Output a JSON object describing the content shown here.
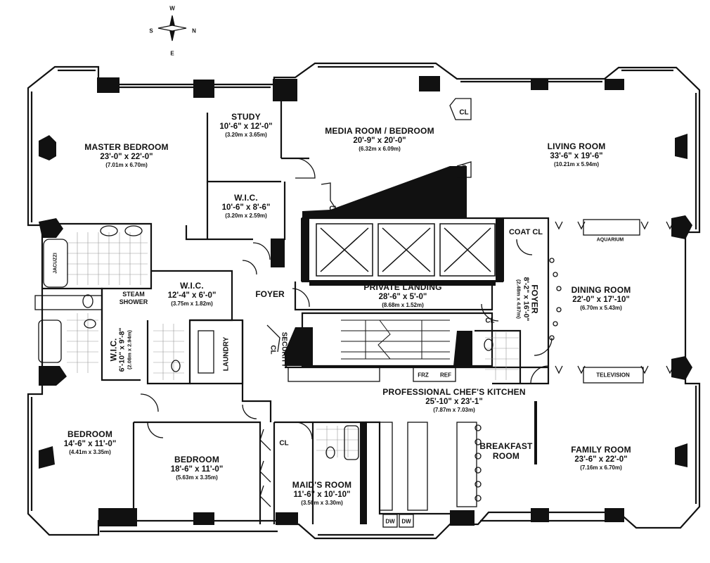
{
  "compass": {
    "top": "W",
    "left": "S",
    "right": "N",
    "bottom": "E"
  },
  "rooms": {
    "master_bedroom": {
      "name": "MASTER BEDROOM",
      "dims": "23'-0\" x 22'-0\"",
      "metric": "(7.01m x 6.70m)"
    },
    "study": {
      "name": "STUDY",
      "dims": "10'-6\" x 12'-0\"",
      "metric": "(3.20m x 3.65m)"
    },
    "media_room": {
      "name": "MEDIA ROOM / BEDROOM",
      "dims": "20'-9\" x 20'-0\"",
      "metric": "(6.32m x 6.09m)"
    },
    "living_room": {
      "name": "LIVING ROOM",
      "dims": "33'-6\" x 19'-6\"",
      "metric": "(10.21m x 5.94m)"
    },
    "wic_upper": {
      "name": "W.I.C.",
      "dims": "10'-6\" x 8'-6\"",
      "metric": "(3.20m x 2.59m)"
    },
    "wic_middle": {
      "name": "W.I.C.",
      "dims": "12'-4\" x 6'-0\"",
      "metric": "(3.75m x 1.82m)"
    },
    "wic_left": {
      "name": "W.I.C.",
      "dims": "6'-10\" x 9'-8\"",
      "metric": "(2.08m x 2.94m)"
    },
    "private_landing": {
      "name": "PRIVATE LANDING",
      "dims": "28'-6\" x 5'-0\"",
      "metric": "(8.68m x 1.52m)"
    },
    "foyer_right": {
      "name": "FOYER",
      "dims": "8'-2\" x 16'-0\"",
      "metric": "(2.48m x 4.87m)"
    },
    "dining_room": {
      "name": "DINING ROOM",
      "dims": "22'-0\" x 17'-10\"",
      "metric": "(6.70m x 5.43m)"
    },
    "kitchen": {
      "name": "PROFESSIONAL CHEF'S KITCHEN",
      "dims": "25'-10\" x 23'-1\"",
      "metric": "(7.87m x 7.03m)"
    },
    "bedroom_left": {
      "name": "BEDROOM",
      "dims": "14'-6\" x  11'-0\"",
      "metric": "(4.41m x 3.35m)"
    },
    "bedroom_middle": {
      "name": "BEDROOM",
      "dims": "18'-6\" x 11'-0\"",
      "metric": "(5.63m x 3.35m)"
    },
    "maids_room": {
      "name": "MAID'S ROOM",
      "dims": "11'-6\" x 10'-10\"",
      "metric": "(3.50m x 3.30m)"
    },
    "breakfast_room": {
      "name": "BREAKFAST",
      "name2": "ROOM"
    },
    "family_room": {
      "name": "FAMILY ROOM",
      "dims": "23'-6\" x 22'-0\"",
      "metric": "(7.16m x 6.70m)"
    }
  },
  "labels": {
    "foyer": "FOYER",
    "steam_shower_1": "STEAM",
    "steam_shower_2": "SHOWER",
    "jacuzzi": "JACUZZI",
    "laundry": "LAUNDRY",
    "security_1": "SECURITY",
    "security_2": "CL",
    "coat_cl": "COAT CL",
    "cl": "CL",
    "ref": "REF",
    "frz": "FRZ",
    "aquarium": "AQUARIUM",
    "television": "TELEVISION",
    "dw": "DW"
  }
}
